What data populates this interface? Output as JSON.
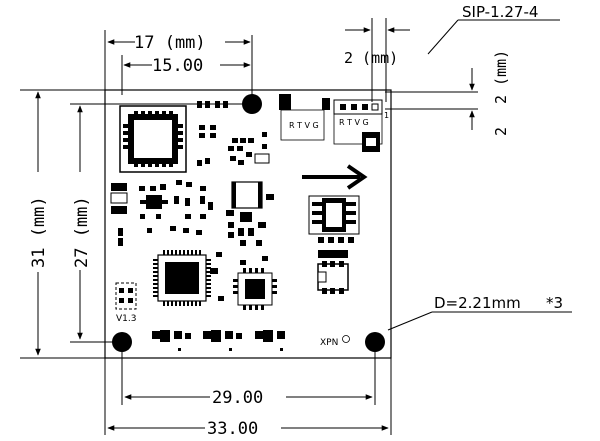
{
  "dimensions": {
    "width_17": "17 (mm)",
    "width_15": "15.00",
    "pitch_2_top": "2 (mm)",
    "pitch_2_side": "2 (mm)",
    "height_31": "31 (mm)",
    "height_27": "27 (mm)",
    "width_29": "29.00",
    "width_33": "33.00"
  },
  "callouts": {
    "connector": "SIP-1.27-4",
    "hole": "D=2.21mm",
    "hole_count": "*3"
  },
  "board": {
    "header_pins_left": "R T V G",
    "header_pins_right": "R T  V  G",
    "pin_one": "1",
    "version": "V1.3",
    "brand": "XPN"
  }
}
